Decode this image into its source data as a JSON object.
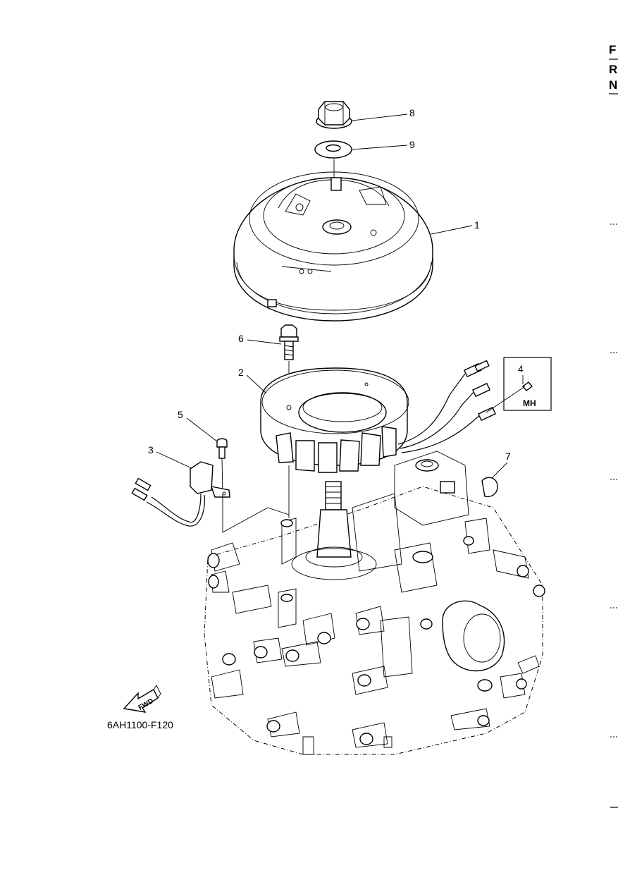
{
  "diagram": {
    "callouts": [
      {
        "id": "1",
        "label": "1"
      },
      {
        "id": "2",
        "label": "2"
      },
      {
        "id": "3",
        "label": "3"
      },
      {
        "id": "4",
        "label": "4"
      },
      {
        "id": "5",
        "label": "5"
      },
      {
        "id": "6",
        "label": "6"
      },
      {
        "id": "7",
        "label": "7"
      },
      {
        "id": "8",
        "label": "8"
      },
      {
        "id": "9",
        "label": "9"
      }
    ],
    "detail_box_label": "MH",
    "fwd_label": "FWD",
    "figure_code": "6AH1100-F120",
    "edge_letters": [
      "F",
      "R",
      "N"
    ]
  }
}
